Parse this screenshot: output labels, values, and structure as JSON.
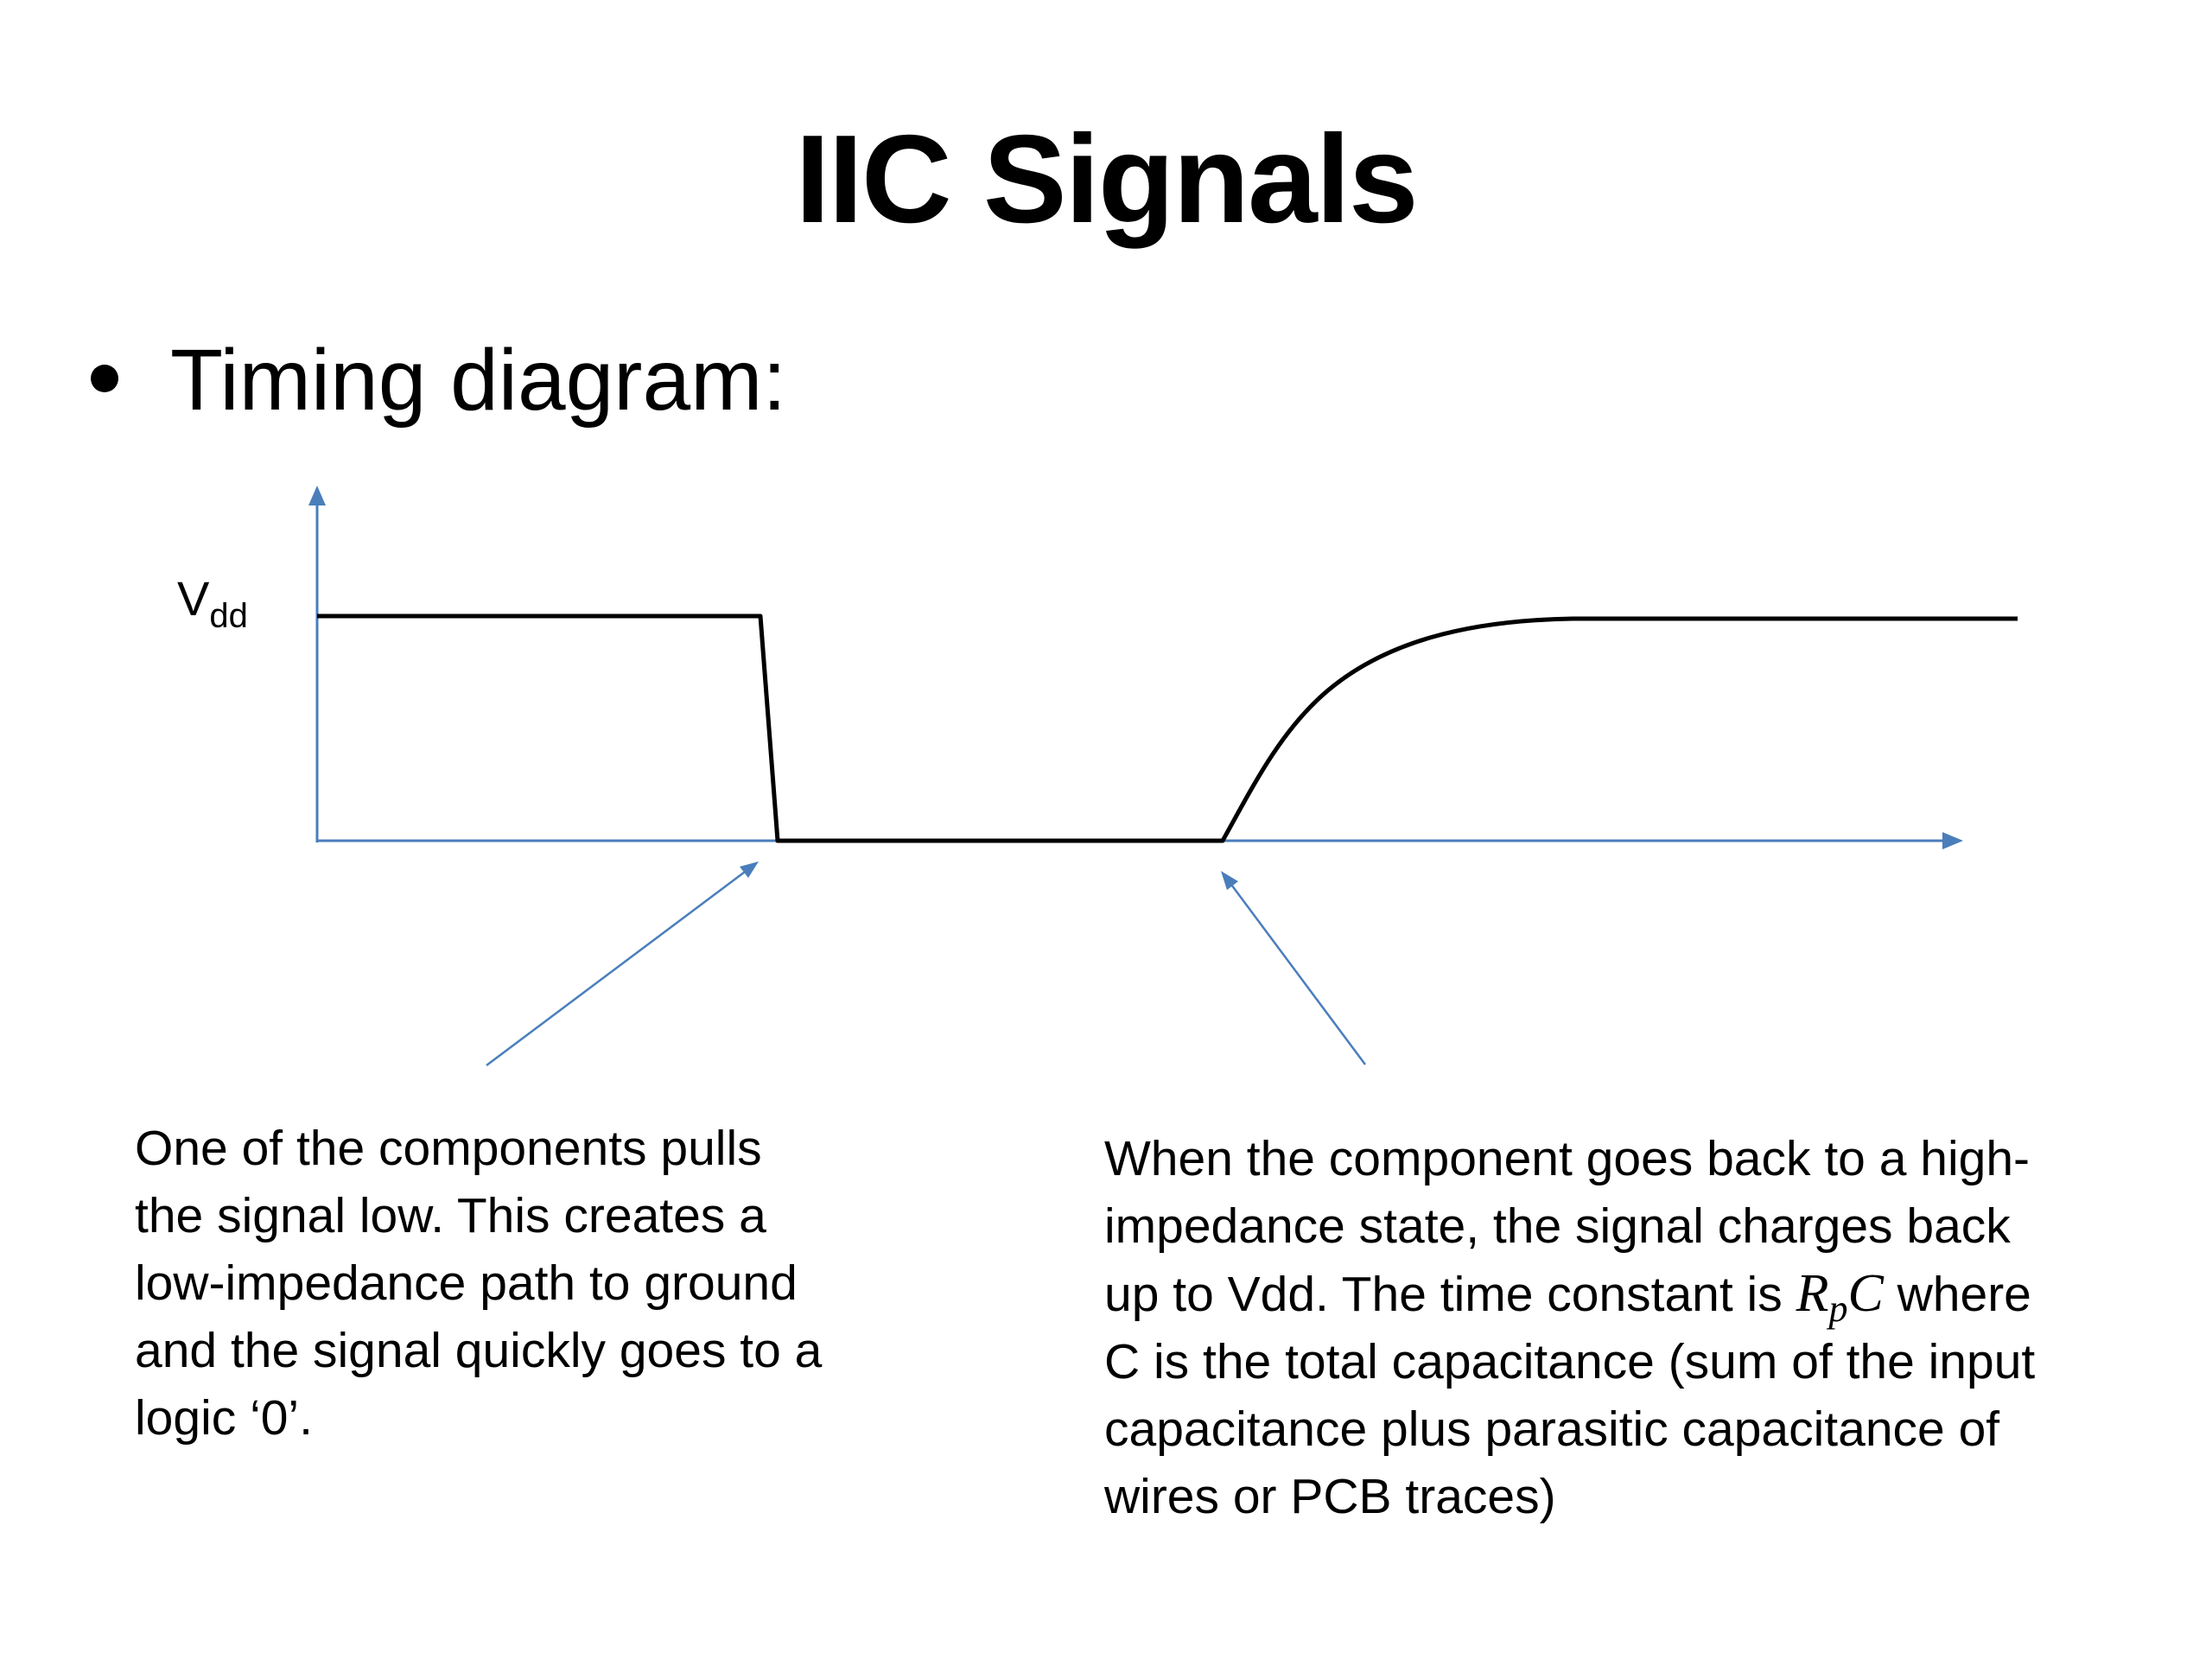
{
  "slide": {
    "title": "IIC Signals",
    "bullet": "Timing diagram:"
  },
  "diagram": {
    "y_label_main": "V",
    "y_label_sub": "dd",
    "axis_color": "#4a7ebb",
    "signal_color": "#000000"
  },
  "captions": {
    "left": {
      "lines": [
        "One of the components pulls",
        "the signal low.  This creates a",
        "low-impedance path to ground",
        "and the signal quickly goes to a",
        "logic ‘0’."
      ]
    },
    "right": {
      "line1": "When the component goes back to a high-",
      "line2": "impedance state, the signal charges back",
      "line3_pre": "up to Vdd.  The time constant is ",
      "math_r": "R",
      "math_sub": "p",
      "math_c": "C",
      "line3_post": " where",
      "line4": "C is the total capacitance (sum of the input",
      "line5": "capacitance plus parasitic capacitance of",
      "line6": "wires or PCB traces)"
    }
  }
}
